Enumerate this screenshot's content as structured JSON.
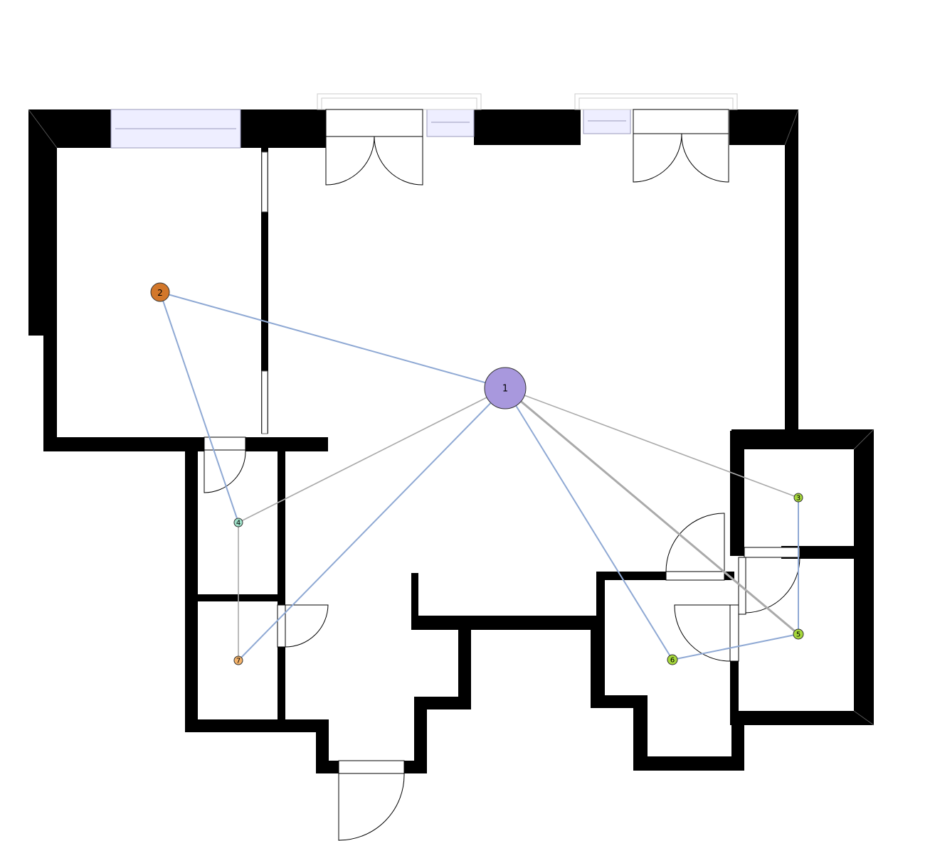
{
  "colors": {
    "wall": "#000000",
    "window_fill": "#eeeeff",
    "window_frame": "#9999bb",
    "edge_primary": "#8fa9d4",
    "edge_secondary": "#aaaaaa",
    "node_1": "#a898dd",
    "node_2": "#d2772a",
    "node_4": "#9ee0c8",
    "node_7": "#f5b36a",
    "node_3": "#a6d83b",
    "node_5": "#a6d83b",
    "node_6": "#a6d83b"
  },
  "nodes": [
    {
      "id": "n1",
      "label": "1"
    },
    {
      "id": "n2",
      "label": "2"
    },
    {
      "id": "n3",
      "label": "3"
    },
    {
      "id": "n4",
      "label": "4"
    },
    {
      "id": "n5",
      "label": "5"
    },
    {
      "id": "n6",
      "label": "6"
    },
    {
      "id": "n7",
      "label": "7"
    }
  ],
  "edges": [
    {
      "from": "n1",
      "to": "n2",
      "kind": "primary"
    },
    {
      "from": "n1",
      "to": "n7",
      "kind": "primary"
    },
    {
      "from": "n1",
      "to": "n6",
      "kind": "primary"
    },
    {
      "from": "n1",
      "to": "n4",
      "kind": "secondary"
    },
    {
      "from": "n1",
      "to": "n3",
      "kind": "secondary"
    },
    {
      "from": "n1",
      "to": "n5",
      "kind": "secondary"
    },
    {
      "from": "n2",
      "to": "n4",
      "kind": "primary"
    },
    {
      "from": "n4",
      "to": "n7",
      "kind": "secondary"
    },
    {
      "from": "n3",
      "to": "n5",
      "kind": "primary"
    },
    {
      "from": "n5",
      "to": "n6",
      "kind": "primary"
    }
  ]
}
